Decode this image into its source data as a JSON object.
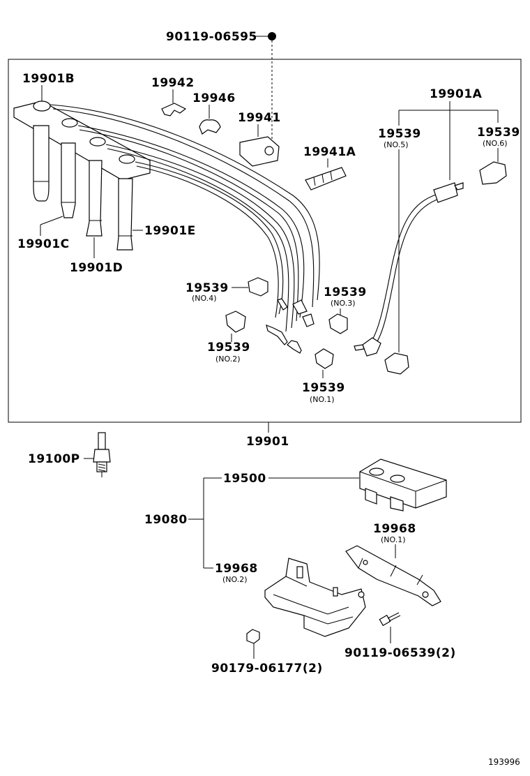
{
  "labels": {
    "p90119_06595": "90119-06595",
    "p19901B": "19901B",
    "p19942": "19942",
    "p19946": "19946",
    "p19941": "19941",
    "p19941A": "19941A",
    "p19901A": "19901A",
    "p19539_no5": "19539",
    "no5": "(NO.5)",
    "p19539_no6": "19539",
    "no6": "(NO.6)",
    "p19901C": "19901C",
    "p19901D": "19901D",
    "p19901E": "19901E",
    "p19539_no4": "19539",
    "no4": "(NO.4)",
    "p19539_no3": "19539",
    "no3": "(NO.3)",
    "p19539_no2": "19539",
    "no2": "(NO.2)",
    "p19539_no1": "19539",
    "no1": "(NO.1)",
    "p19901": "19901",
    "p19100P": "19100P",
    "p19500": "19500",
    "p19080": "19080",
    "p19968_no1": "19968",
    "no1b": "(NO.1)",
    "p19968_no2": "19968",
    "no2b": "(NO.2)",
    "p90119_06539": "90119-06539(2)",
    "p90179_06177": "90179-06177(2)",
    "ref": "193996"
  }
}
